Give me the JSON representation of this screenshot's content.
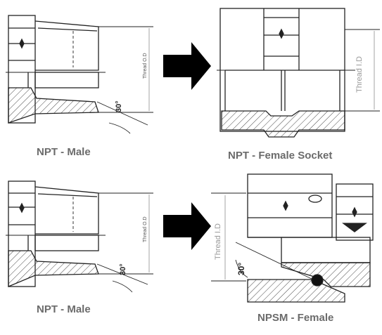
{
  "panels": [
    {
      "caption": "NPT - Male",
      "dimension_label": "Thread O.D",
      "angle_label": "30°"
    },
    {
      "caption": "NPT - Female Socket",
      "dimension_label": "Thread I.D"
    },
    {
      "caption": "NPT - Male",
      "dimension_label": "Thread O.D",
      "angle_label": "30°"
    },
    {
      "caption": "NPSM - Female",
      "dimension_label": "Thread I.D",
      "angle_label": "30°"
    }
  ],
  "colors": {
    "line": "#222222",
    "caption": "#6b6b6b",
    "dimension": "#9a9a9a",
    "arrow": "#000000"
  },
  "icons": [
    "right-arrow-icon",
    "right-arrow-icon"
  ]
}
